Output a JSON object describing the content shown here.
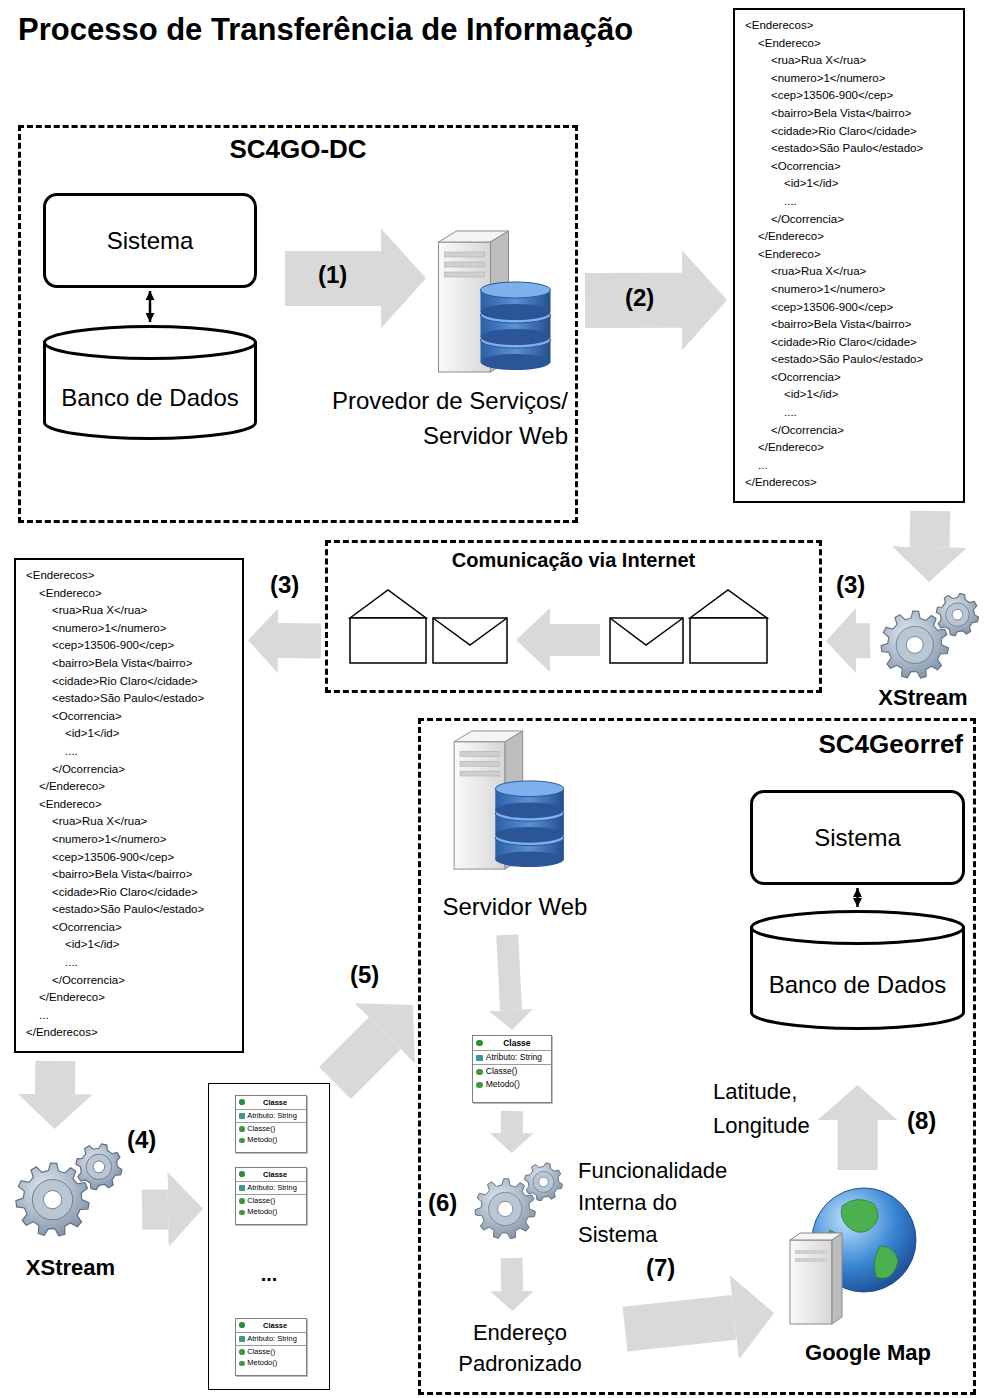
{
  "diagram": {
    "title": "Processo de Transferência de Informação",
    "nodes": [
      {
        "text": [
          "SC4GO-DC"
        ]
      },
      {
        "text": [
          "Sistema"
        ],
        "in": 0
      },
      {
        "text": [
          "Banco de Dados"
        ],
        "in": 0
      },
      {
        "text": [
          "Provedor de Serviços/ Servidor Web"
        ],
        "in": 0
      },
      {
        "text": [
          "<Enderecos>",
          "<Endereco>",
          "<rua>Rua X</rua>",
          "<numero>1</numero>",
          "<cep>13506-900</cep>",
          "<bairro>Bela Vista</bairro>",
          "<cidade>Rio Claro</cidade>",
          "<estado>São Paulo</estado>",
          "<Ocorrencia>",
          "<id>1</id>",
          "....",
          "</Ocorrencia>",
          "</Endereco>",
          "<Endereco>",
          "<rua>Rua X</rua>",
          "<numero>1</numero>",
          "<cep>13506-900</cep>",
          "<bairro>Bela Vista</bairro>",
          "<cidade>Rio Claro</cidade>",
          "<estado>São Paulo</estado>",
          "<Ocorrencia>",
          "<id>1</id>",
          "....",
          "</Ocorrencia>",
          "</Endereco>",
          "...",
          "</Enderecos>"
        ]
      },
      {
        "text": [
          "XStream"
        ]
      },
      {
        "text": [
          "Comunicação via Internet"
        ]
      },
      {
        "text": [
          "<Enderecos>",
          "<Endereco>",
          "<rua>Rua X</rua>",
          "<numero>1</numero>",
          "<cep>13506-900</cep>",
          "<bairro>Bela Vista</bairro>",
          "<cidade>Rio Claro</cidade>",
          "<estado>São Paulo</estado>",
          "<Ocorrencia>",
          "<id>1</id>",
          "....",
          "</Ocorrencia>",
          "</Endereco>",
          "<Endereco>",
          "<rua>Rua X</rua>",
          "<numero>1</numero>",
          "<cep>13506-900</cep>",
          "<bairro>Bela Vista</bairro>",
          "<cidade>Rio Claro</cidade>",
          "<estado>São Paulo</estado>",
          "<Ocorrencia>",
          "<id>1</id>",
          "....",
          "</Ocorrencia>",
          "</Endereco>",
          "...",
          "</Enderecos>"
        ]
      },
      {
        "text": [
          "XStream"
        ]
      },
      {
        "text": [
          "..."
        ]
      },
      {
        "text": [
          "Classe",
          "Atributo: String",
          "Classe()",
          "Metodo()"
        ],
        "in": 9
      },
      {
        "text": [
          "Classe",
          "Atributo: String",
          "Classe()",
          "Metodo()"
        ],
        "in": 9
      },
      {
        "text": [
          "Classe",
          "Atributo: String",
          "Classe()",
          "Metodo()"
        ],
        "in": 9
      },
      {
        "text": [
          "SC4Georref"
        ]
      },
      {
        "text": [
          "Servidor Web"
        ],
        "in": 13
      },
      {
        "text": [
          "Classe",
          "Atributo: String",
          "Classe()",
          "Metodo()"
        ],
        "in": 13
      },
      {
        "text": [
          "Funcionalidade Interna do Sistema"
        ],
        "in": 13
      },
      {
        "text": [
          "Endereço Padronizado"
        ],
        "in": 13
      },
      {
        "text": [
          "Sistema"
        ],
        "in": 13
      },
      {
        "text": [
          "Banco de Dados"
        ],
        "in": 13
      },
      {
        "text": [
          "Google Map"
        ],
        "in": 13
      }
    ],
    "edges": [
      {
        "from": 1,
        "to": 2,
        "arrow": "both"
      },
      {
        "from": 1,
        "to": 3,
        "arrow": "to"
      },
      {
        "from": 3,
        "to": 4,
        "arrow": "to"
      },
      {
        "from": 4,
        "to": 5,
        "arrow": "to"
      },
      {
        "from": 5,
        "to": 6,
        "arrow": "to"
      },
      {
        "from": 6,
        "to": 7,
        "arrow": "to"
      },
      {
        "from": 7,
        "to": 8,
        "arrow": "to"
      },
      {
        "from": 8,
        "to": 9,
        "arrow": "to"
      },
      {
        "from": 9,
        "to": 13,
        "arrow": "to"
      },
      {
        "from": 14,
        "to": 15,
        "arrow": "to"
      },
      {
        "from": 15,
        "to": 16,
        "arrow": "to"
      },
      {
        "from": 16,
        "to": 17,
        "arrow": "to"
      },
      {
        "from": 17,
        "to": 20,
        "arrow": "to"
      },
      {
        "from": 20,
        "to": 19,
        "arrow": "to"
      },
      {
        "from": 18,
        "to": 19,
        "arrow": "both"
      }
    ],
    "labels": [
      "(1)",
      "(2)",
      "(3)",
      "(3)",
      "(4)",
      "(5)",
      "(6)",
      "(7)",
      "(8)",
      "Latitude, Longitude"
    ]
  }
}
